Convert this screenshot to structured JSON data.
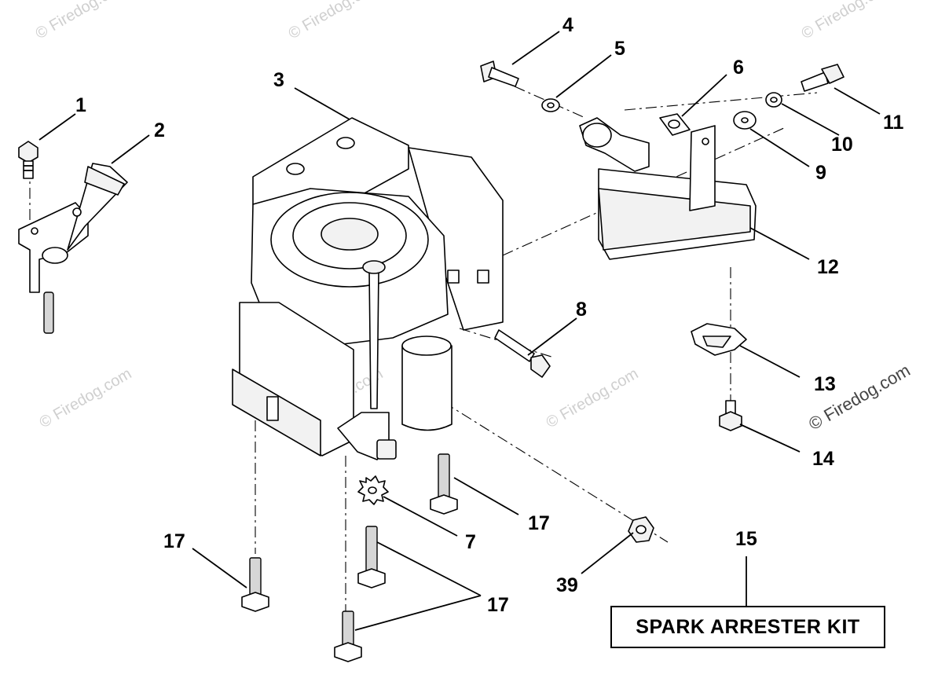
{
  "watermarks": {
    "faint": "© Firedog.com",
    "prominent": "© Firedog.com"
  },
  "callouts": [
    "1",
    "2",
    "3",
    "4",
    "5",
    "6",
    "7",
    "8",
    "9",
    "10",
    "11",
    "12",
    "13",
    "14",
    "15",
    "17",
    "17",
    "17",
    "17",
    "39"
  ],
  "kit_label": "SPARK ARRESTER KIT"
}
